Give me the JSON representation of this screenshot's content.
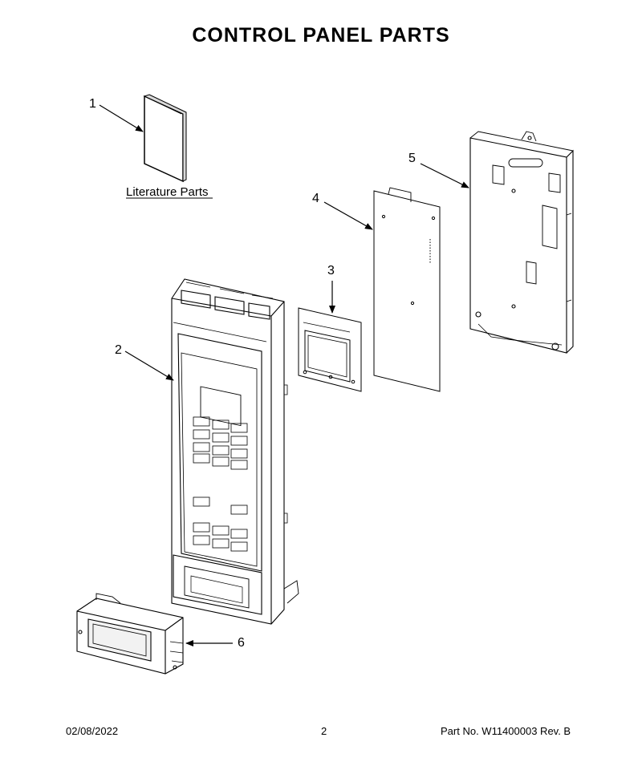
{
  "title": "CONTROL PANEL PARTS",
  "literature_label": "Literature Parts",
  "callouts": [
    "1",
    "2",
    "3",
    "4",
    "5",
    "6"
  ],
  "footer": {
    "date": "02/08/2022",
    "page": "2",
    "part_no": "Part No.  W11400003  Rev.  B"
  }
}
